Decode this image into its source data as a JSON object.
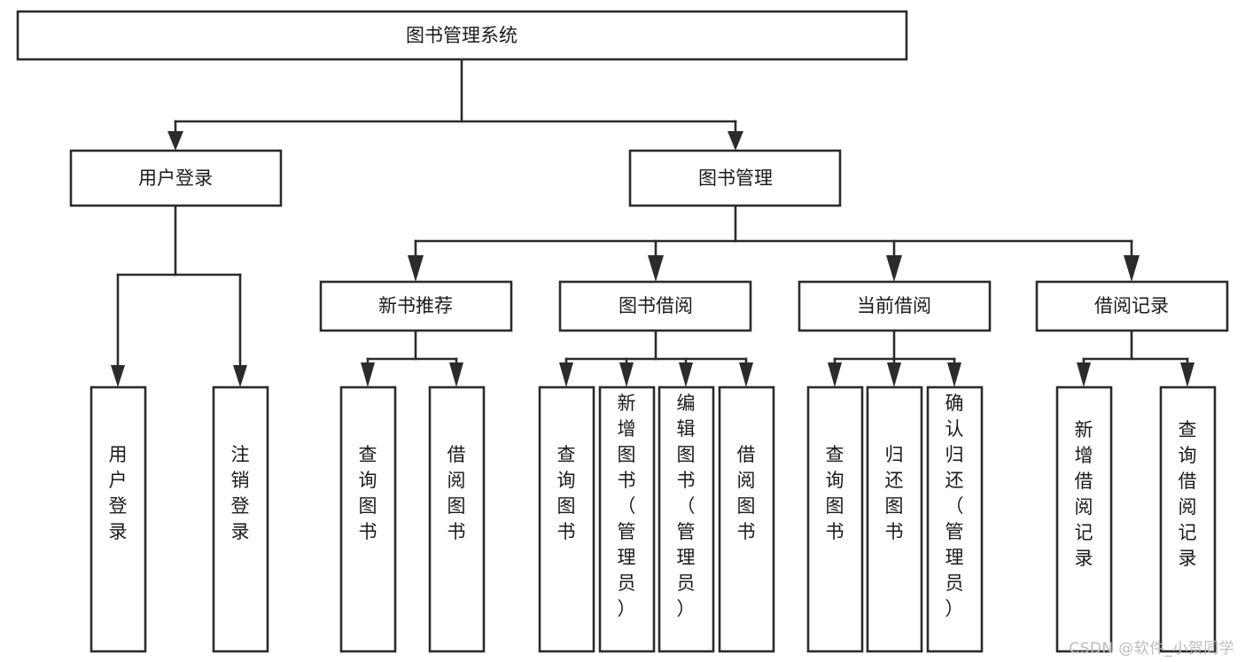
{
  "diagram": {
    "type": "tree",
    "title": "图书管理系统",
    "orientation": "top-down",
    "watermark": "CSDN @软件_小贺同学",
    "nodes": {
      "root": {
        "label": "图书管理系统"
      },
      "level2": [
        {
          "id": "user-login",
          "label": "用户登录"
        },
        {
          "id": "book-manage",
          "label": "图书管理"
        }
      ],
      "level3": [
        {
          "id": "new-book-rec",
          "label": "新书推荐",
          "parent": "book-manage"
        },
        {
          "id": "book-borrow",
          "label": "图书借阅",
          "parent": "book-manage"
        },
        {
          "id": "current-borrow",
          "label": "当前借阅",
          "parent": "book-manage"
        },
        {
          "id": "borrow-record",
          "label": "借阅记录",
          "parent": "book-manage"
        }
      ],
      "leaves": [
        {
          "id": "leaf-user-login",
          "label": "用户登录",
          "parent": "user-login"
        },
        {
          "id": "leaf-logout",
          "label": "注销登录",
          "parent": "user-login"
        },
        {
          "id": "leaf-query-book-1",
          "label": "查询图书",
          "parent": "new-book-rec"
        },
        {
          "id": "leaf-borrow-book-1",
          "label": "借阅图书",
          "parent": "new-book-rec"
        },
        {
          "id": "leaf-query-book-2",
          "label": "查询图书",
          "parent": "book-borrow"
        },
        {
          "id": "leaf-add-book",
          "label": "新增图书（管理员）",
          "parent": "book-borrow"
        },
        {
          "id": "leaf-edit-book",
          "label": "编辑图书（管理员）",
          "parent": "book-borrow"
        },
        {
          "id": "leaf-borrow-book-2",
          "label": "借阅图书",
          "parent": "book-borrow"
        },
        {
          "id": "leaf-query-book-3",
          "label": "查询图书",
          "parent": "current-borrow"
        },
        {
          "id": "leaf-return-book",
          "label": "归还图书",
          "parent": "current-borrow"
        },
        {
          "id": "leaf-confirm-return",
          "label": "确认归还（管理员）",
          "parent": "current-borrow"
        },
        {
          "id": "leaf-add-record",
          "label": "新增借阅记录",
          "parent": "borrow-record"
        },
        {
          "id": "leaf-query-record",
          "label": "查询借阅记录",
          "parent": "borrow-record"
        }
      ]
    },
    "colors": {
      "stroke": "#2b2b2b",
      "fill": "#ffffff",
      "text": "#1a1a1a",
      "watermark": "#bdbdbd"
    }
  }
}
